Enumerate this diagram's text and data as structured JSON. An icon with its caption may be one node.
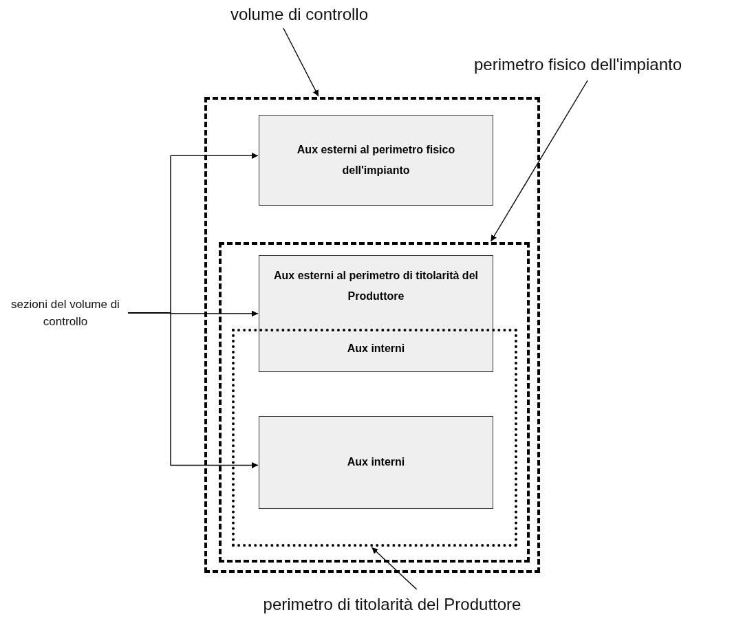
{
  "diagram": {
    "nodes": [
      {
        "text": [
          "volume di controllo"
        ]
      },
      {
        "text": [
          "perimetro fisico dell'impianto"
        ]
      },
      {
        "text": [],
        "shape": "box"
      },
      {
        "text": [
          "Aux esterni al perimetro fisico dell'impianto"
        ],
        "in": 2
      },
      {
        "text": [
          "sezioni del volume di controllo"
        ]
      },
      {
        "text": [],
        "shape": "box",
        "in": 2
      },
      {
        "text": [
          "Aux esterni al perimetro di titolarità del Produttore",
          "Aux interni"
        ],
        "in": 5
      },
      {
        "text": [],
        "shape": "box",
        "in": 5
      },
      {
        "text": [
          "Aux interni"
        ],
        "in": 7
      },
      {
        "text": [
          "perimetro di titolarità del Produttore"
        ]
      }
    ],
    "edges": [
      {
        "from": 0,
        "to": 2,
        "arrow": "to"
      },
      {
        "from": 1,
        "to": 5,
        "arrow": "to"
      },
      {
        "from": 9,
        "to": 7,
        "arrow": "to"
      },
      {
        "from": 4,
        "to": 3,
        "arrow": "to"
      },
      {
        "from": 4,
        "to": 6,
        "arrow": "to"
      },
      {
        "from": 4,
        "to": 8,
        "arrow": "to"
      }
    ]
  }
}
